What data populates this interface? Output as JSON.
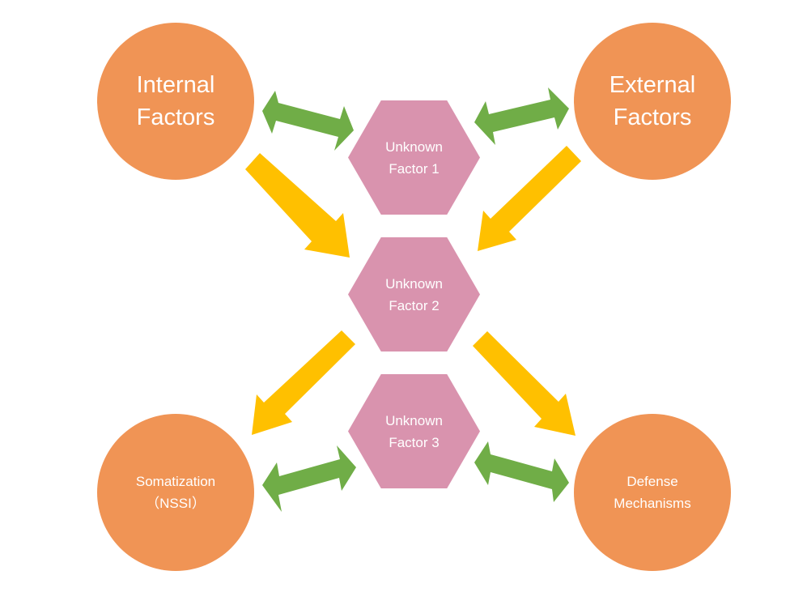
{
  "colors": {
    "circle_fill": "#F09455",
    "hexagon_fill": "#D993AE",
    "influence_arrow": "#FFC000",
    "bidirectional_arrow": "#70AD47",
    "text": "#FFFFFF",
    "background": "#FFFFFF"
  },
  "nodes": {
    "internal_factors": {
      "line1": "Internal",
      "line2": "Factors"
    },
    "external_factors": {
      "line1": "External",
      "line2": "Factors"
    },
    "somatization": {
      "line1": "Somatization",
      "line2": "（NSSI）"
    },
    "defense_mechanisms": {
      "line1": "Defense",
      "line2": "Mechanisms"
    },
    "unknown_factor_1": {
      "line1": "Unknown",
      "line2": "Factor 1"
    },
    "unknown_factor_2": {
      "line1": "Unknown",
      "line2": "Factor 2"
    },
    "unknown_factor_3": {
      "line1": "Unknown",
      "line2": "Factor 3"
    }
  },
  "edges": [
    {
      "from": "internal_factors",
      "to": "unknown_factor_1",
      "kind": "bidirectional"
    },
    {
      "from": "external_factors",
      "to": "unknown_factor_1",
      "kind": "bidirectional"
    },
    {
      "from": "internal_factors",
      "to": "unknown_factor_2",
      "kind": "directed"
    },
    {
      "from": "external_factors",
      "to": "unknown_factor_2",
      "kind": "directed"
    },
    {
      "from": "unknown_factor_2",
      "to": "somatization",
      "kind": "directed"
    },
    {
      "from": "unknown_factor_2",
      "to": "defense_mechanisms",
      "kind": "directed"
    },
    {
      "from": "somatization",
      "to": "unknown_factor_3",
      "kind": "bidirectional"
    },
    {
      "from": "defense_mechanisms",
      "to": "unknown_factor_3",
      "kind": "bidirectional"
    }
  ]
}
